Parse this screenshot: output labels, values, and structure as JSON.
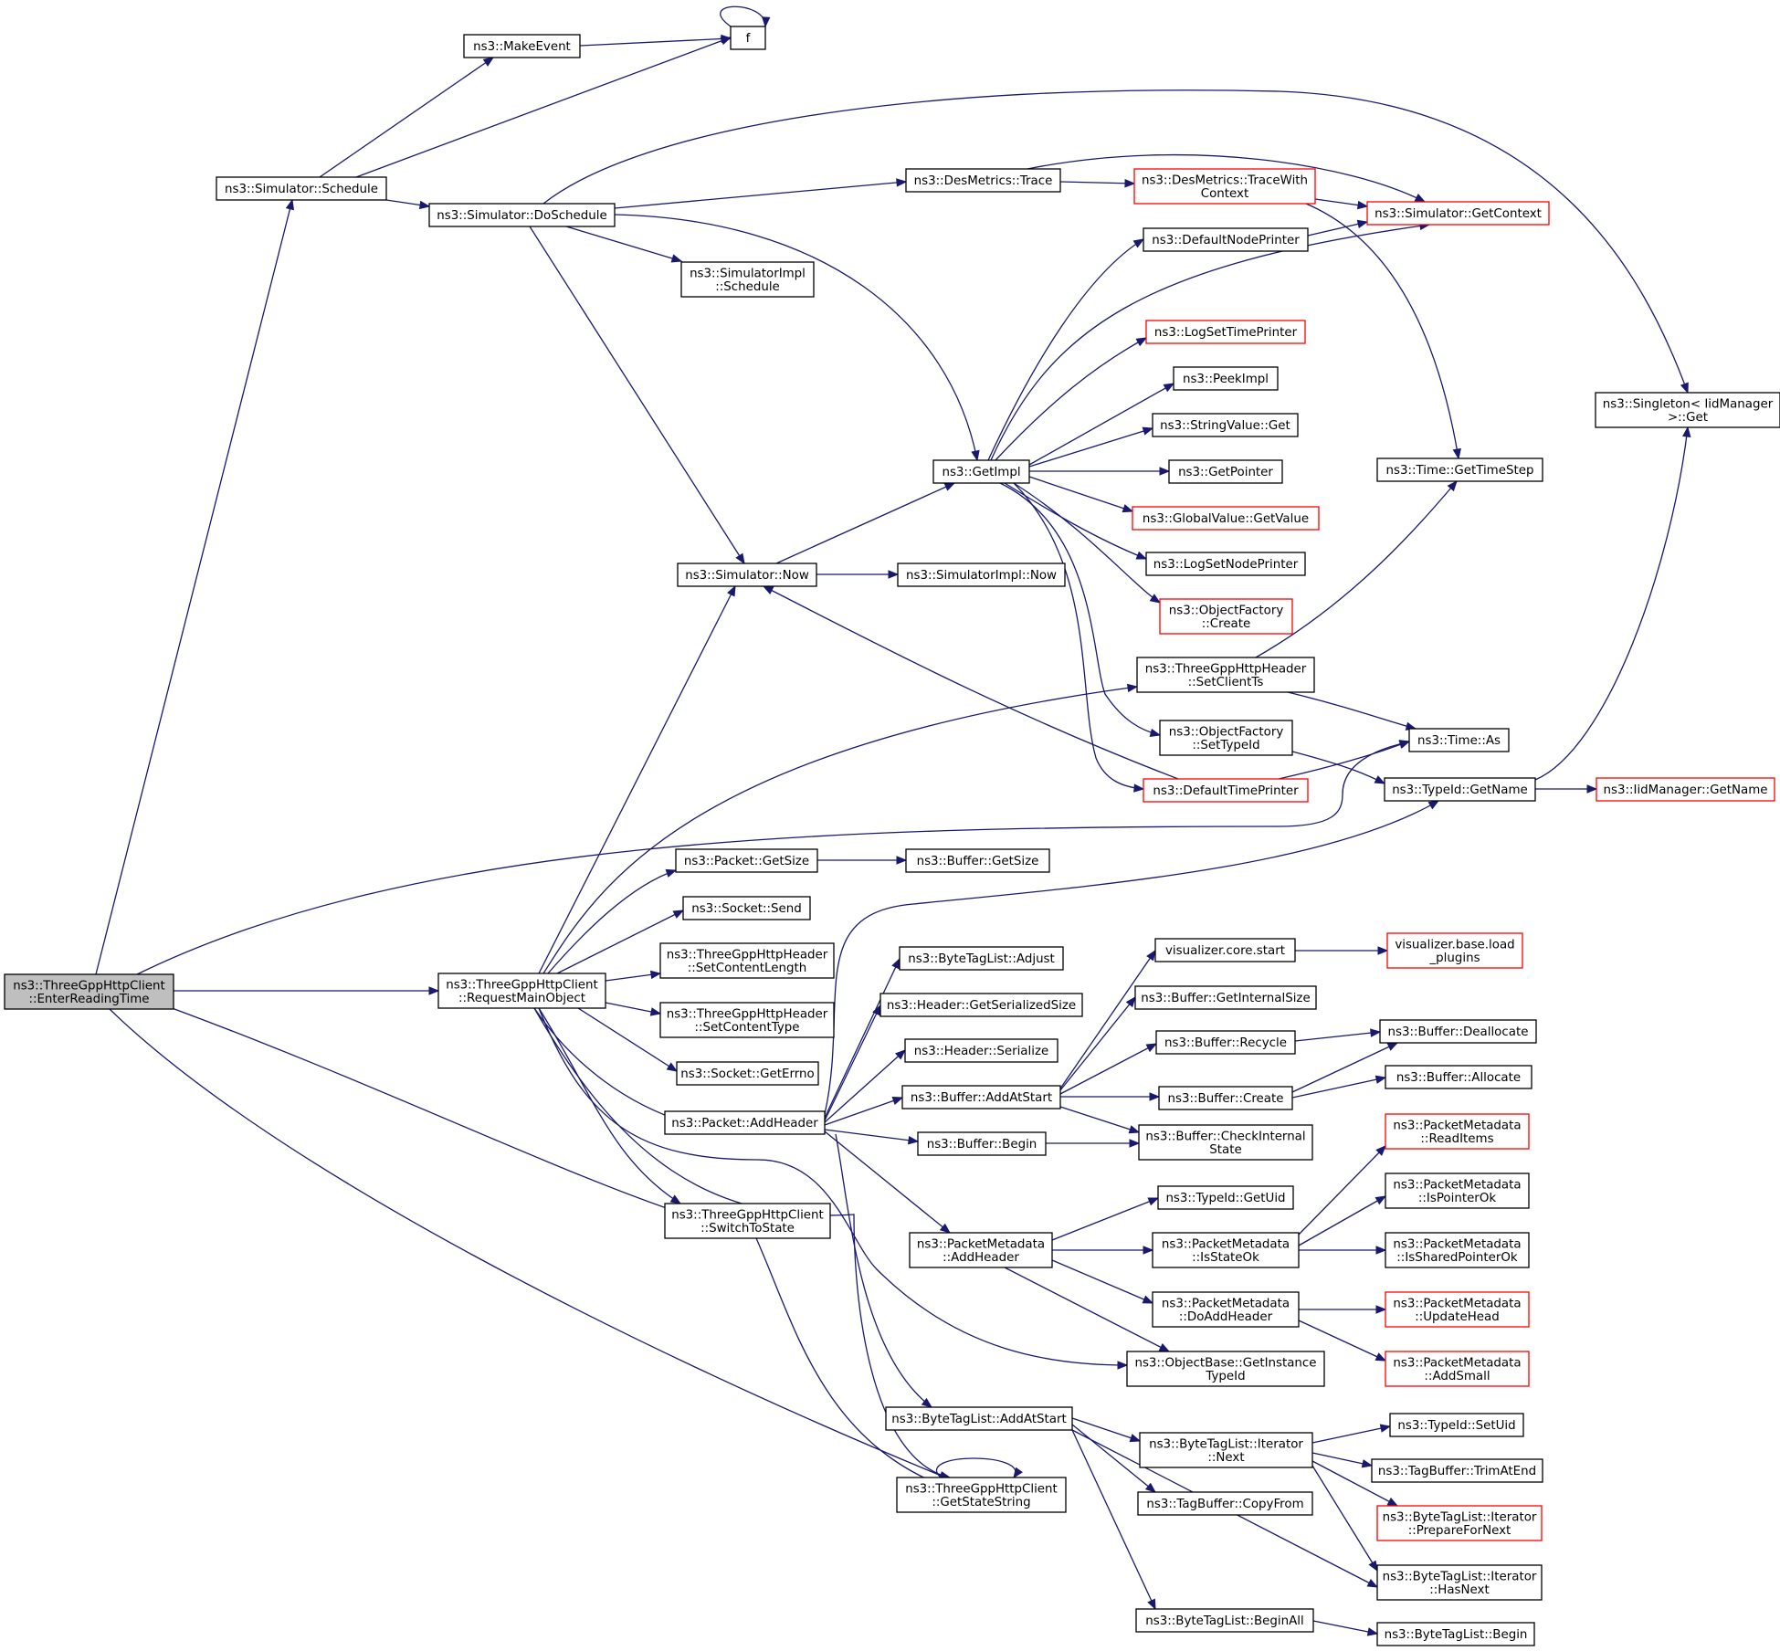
{
  "graph": {
    "colors": {
      "edge": "#191970",
      "node_border": "#000000",
      "truncated_border": "#ff0000",
      "root_fill": "#bfbfbf"
    },
    "nodes": [
      {
        "id": "root",
        "lines": [
          "ns3::ThreeGppHttpClient",
          "::EnterReadingTime"
        ],
        "style": "root"
      },
      {
        "id": "sched",
        "lines": [
          "ns3::Simulator::Schedule"
        ]
      },
      {
        "id": "makeevent",
        "lines": [
          "ns3::MakeEvent"
        ]
      },
      {
        "id": "f",
        "lines": [
          "f"
        ]
      },
      {
        "id": "dosched",
        "lines": [
          "ns3::Simulator::DoSchedule"
        ]
      },
      {
        "id": "trace",
        "lines": [
          "ns3::DesMetrics::Trace"
        ]
      },
      {
        "id": "tracewc",
        "lines": [
          "ns3::DesMetrics::TraceWith",
          "Context"
        ],
        "style": "red"
      },
      {
        "id": "getctx",
        "lines": [
          "ns3::Simulator::GetContext"
        ],
        "style": "red"
      },
      {
        "id": "simimplsched",
        "lines": [
          "ns3::SimulatorImpl",
          "::Schedule"
        ]
      },
      {
        "id": "defnodepr",
        "lines": [
          "ns3::DefaultNodePrinter"
        ]
      },
      {
        "id": "singleton",
        "lines": [
          "ns3::Singleton< IidManager",
          " >::Get"
        ]
      },
      {
        "id": "logsettime",
        "lines": [
          "ns3::LogSetTimePrinter"
        ],
        "style": "red"
      },
      {
        "id": "peekimpl",
        "lines": [
          "ns3::PeekImpl"
        ]
      },
      {
        "id": "strvalget",
        "lines": [
          "ns3::StringValue::Get"
        ]
      },
      {
        "id": "getimpl",
        "lines": [
          "ns3::GetImpl"
        ]
      },
      {
        "id": "getpointer",
        "lines": [
          "ns3::GetPointer"
        ]
      },
      {
        "id": "gettimestep",
        "lines": [
          "ns3::Time::GetTimeStep"
        ]
      },
      {
        "id": "globalval",
        "lines": [
          "ns3::GlobalValue::GetValue"
        ],
        "style": "red"
      },
      {
        "id": "logsetnode",
        "lines": [
          "ns3::LogSetNodePrinter"
        ]
      },
      {
        "id": "simnow",
        "lines": [
          "ns3::Simulator::Now"
        ]
      },
      {
        "id": "simimplnow",
        "lines": [
          "ns3::SimulatorImpl::Now"
        ]
      },
      {
        "id": "objfcreate",
        "lines": [
          "ns3::ObjectFactory",
          "::Create"
        ],
        "style": "red"
      },
      {
        "id": "setclientts",
        "lines": [
          "ns3::ThreeGppHttpHeader",
          "::SetClientTs"
        ]
      },
      {
        "id": "objfsettype",
        "lines": [
          "ns3::ObjectFactory",
          "::SetTypeId"
        ]
      },
      {
        "id": "timeas",
        "lines": [
          "ns3::Time::As"
        ]
      },
      {
        "id": "deftimepr",
        "lines": [
          "ns3::DefaultTimePrinter"
        ],
        "style": "red"
      },
      {
        "id": "typeidgetname",
        "lines": [
          "ns3::TypeId::GetName"
        ]
      },
      {
        "id": "iidgetname",
        "lines": [
          "ns3::IidManager::GetName"
        ],
        "style": "red"
      },
      {
        "id": "pktgetsize",
        "lines": [
          "ns3::Packet::GetSize"
        ]
      },
      {
        "id": "bufgetsize",
        "lines": [
          "ns3::Buffer::GetSize"
        ]
      },
      {
        "id": "socksend",
        "lines": [
          "ns3::Socket::Send"
        ]
      },
      {
        "id": "vizstart",
        "lines": [
          "visualizer.core.start"
        ]
      },
      {
        "id": "vizload",
        "lines": [
          "visualizer.base.load",
          "_plugins"
        ],
        "style": "red"
      },
      {
        "id": "setcontentlen",
        "lines": [
          "ns3::ThreeGppHttpHeader",
          "::SetContentLength"
        ]
      },
      {
        "id": "btladjust",
        "lines": [
          "ns3::ByteTagList::Adjust"
        ]
      },
      {
        "id": "reqmain",
        "lines": [
          "ns3::ThreeGppHttpClient",
          "::RequestMainObject"
        ]
      },
      {
        "id": "bufgetint",
        "lines": [
          "ns3::Buffer::GetInternalSize"
        ]
      },
      {
        "id": "hdrgetser",
        "lines": [
          "ns3::Header::GetSerializedSize"
        ]
      },
      {
        "id": "setcontenttype",
        "lines": [
          "ns3::ThreeGppHttpHeader",
          "::SetContentType"
        ]
      },
      {
        "id": "bufrecycle",
        "lines": [
          "ns3::Buffer::Recycle"
        ]
      },
      {
        "id": "bufdealloc",
        "lines": [
          "ns3::Buffer::Deallocate"
        ]
      },
      {
        "id": "hdrser",
        "lines": [
          "ns3::Header::Serialize"
        ]
      },
      {
        "id": "sockerrno",
        "lines": [
          "ns3::Socket::GetErrno"
        ]
      },
      {
        "id": "bufalloc",
        "lines": [
          "ns3::Buffer::Allocate"
        ]
      },
      {
        "id": "bufaddstart",
        "lines": [
          "ns3::Buffer::AddAtStart"
        ]
      },
      {
        "id": "bufcreate",
        "lines": [
          "ns3::Buffer::Create"
        ]
      },
      {
        "id": "pktaddhdr",
        "lines": [
          "ns3::Packet::AddHeader"
        ]
      },
      {
        "id": "pmreaditems",
        "lines": [
          "ns3::PacketMetadata",
          "::ReadItems"
        ],
        "style": "red"
      },
      {
        "id": "bufbegin",
        "lines": [
          "ns3::Buffer::Begin"
        ]
      },
      {
        "id": "bufcheck",
        "lines": [
          "ns3::Buffer::CheckInternal",
          "State"
        ]
      },
      {
        "id": "pmisptrok",
        "lines": [
          "ns3::PacketMetadata",
          "::IsPointerOk"
        ]
      },
      {
        "id": "typeidgetuid",
        "lines": [
          "ns3::TypeId::GetUid"
        ]
      },
      {
        "id": "switchstate",
        "lines": [
          "ns3::ThreeGppHttpClient",
          "::SwitchToState"
        ]
      },
      {
        "id": "pmaddhdr",
        "lines": [
          "ns3::PacketMetadata",
          "::AddHeader"
        ]
      },
      {
        "id": "pmisstate",
        "lines": [
          "ns3::PacketMetadata",
          "::IsStateOk"
        ]
      },
      {
        "id": "pmisshared",
        "lines": [
          "ns3::PacketMetadata",
          "::IsSharedPointerOk"
        ]
      },
      {
        "id": "pmdoaddhdr",
        "lines": [
          "ns3::PacketMetadata",
          "::DoAddHeader"
        ]
      },
      {
        "id": "pmupdatehead",
        "lines": [
          "ns3::PacketMetadata",
          "::UpdateHead"
        ],
        "style": "red"
      },
      {
        "id": "objbasegettid",
        "lines": [
          "ns3::ObjectBase::GetInstance",
          "TypeId"
        ]
      },
      {
        "id": "pmaddsmall",
        "lines": [
          "ns3::PacketMetadata",
          "::AddSmall"
        ],
        "style": "red"
      },
      {
        "id": "btladdstart",
        "lines": [
          "ns3::ByteTagList::AddAtStart"
        ]
      },
      {
        "id": "typeidsetuid",
        "lines": [
          "ns3::TypeId::SetUid"
        ]
      },
      {
        "id": "btlitnext",
        "lines": [
          "ns3::ByteTagList::Iterator",
          "::Next"
        ]
      },
      {
        "id": "tagtrim",
        "lines": [
          "ns3::TagBuffer::TrimAtEnd"
        ]
      },
      {
        "id": "getstatestr",
        "lines": [
          "ns3::ThreeGppHttpClient",
          "::GetStateString"
        ]
      },
      {
        "id": "tagcopy",
        "lines": [
          "ns3::TagBuffer::CopyFrom"
        ]
      },
      {
        "id": "btlitprep",
        "lines": [
          "ns3::ByteTagList::Iterator",
          "::PrepareForNext"
        ],
        "style": "red"
      },
      {
        "id": "btlithasnext",
        "lines": [
          "ns3::ByteTagList::Iterator",
          "::HasNext"
        ]
      },
      {
        "id": "btlbeginall",
        "lines": [
          "ns3::ByteTagList::BeginAll"
        ]
      },
      {
        "id": "btlbegin",
        "lines": [
          "ns3::ByteTagList::Begin"
        ]
      }
    ],
    "edges": [
      {
        "from": "root",
        "to": "sched"
      },
      {
        "from": "root",
        "to": "timeas"
      },
      {
        "from": "root",
        "to": "reqmain"
      },
      {
        "from": "root",
        "to": "switchstate"
      },
      {
        "from": "root",
        "to": "getstatestr"
      },
      {
        "from": "sched",
        "to": "makeevent"
      },
      {
        "from": "sched",
        "to": "f"
      },
      {
        "from": "sched",
        "to": "dosched"
      },
      {
        "from": "makeevent",
        "to": "f"
      },
      {
        "from": "f",
        "to": "f"
      },
      {
        "from": "dosched",
        "to": "singleton"
      },
      {
        "from": "dosched",
        "to": "trace"
      },
      {
        "from": "dosched",
        "to": "simimplsched"
      },
      {
        "from": "dosched",
        "to": "getimpl"
      },
      {
        "from": "dosched",
        "to": "simnow"
      },
      {
        "from": "trace",
        "to": "getctx"
      },
      {
        "from": "trace",
        "to": "tracewc"
      },
      {
        "from": "tracewc",
        "to": "getctx"
      },
      {
        "from": "tracewc",
        "to": "gettimestep"
      },
      {
        "from": "defnodepr",
        "to": "getctx"
      },
      {
        "from": "getimpl",
        "to": "defnodepr"
      },
      {
        "from": "getimpl",
        "to": "getctx"
      },
      {
        "from": "getimpl",
        "to": "logsettime"
      },
      {
        "from": "getimpl",
        "to": "peekimpl"
      },
      {
        "from": "getimpl",
        "to": "strvalget"
      },
      {
        "from": "getimpl",
        "to": "getpointer"
      },
      {
        "from": "getimpl",
        "to": "globalval"
      },
      {
        "from": "getimpl",
        "to": "logsetnode"
      },
      {
        "from": "getimpl",
        "to": "objfcreate"
      },
      {
        "from": "getimpl",
        "to": "objfsettype"
      },
      {
        "from": "getimpl",
        "to": "deftimepr"
      },
      {
        "from": "simnow",
        "to": "getimpl"
      },
      {
        "from": "simnow",
        "to": "simimplnow"
      },
      {
        "from": "setclientts",
        "to": "gettimestep"
      },
      {
        "from": "setclientts",
        "to": "timeas"
      },
      {
        "from": "objfsettype",
        "to": "typeidgetname"
      },
      {
        "from": "deftimepr",
        "to": "simnow"
      },
      {
        "from": "deftimepr",
        "to": "timeas"
      },
      {
        "from": "typeidgetname",
        "to": "singleton"
      },
      {
        "from": "typeidgetname",
        "to": "iidgetname"
      },
      {
        "from": "pktgetsize",
        "to": "bufgetsize"
      },
      {
        "from": "vizstart",
        "to": "vizload"
      },
      {
        "from": "reqmain",
        "to": "simnow"
      },
      {
        "from": "reqmain",
        "to": "setclientts"
      },
      {
        "from": "reqmain",
        "to": "pktgetsize"
      },
      {
        "from": "reqmain",
        "to": "socksend"
      },
      {
        "from": "reqmain",
        "to": "setcontentlen"
      },
      {
        "from": "reqmain",
        "to": "setcontenttype"
      },
      {
        "from": "reqmain",
        "to": "sockerrno"
      },
      {
        "from": "reqmain",
        "to": "pktaddhdr"
      },
      {
        "from": "reqmain",
        "to": "switchstate"
      },
      {
        "from": "reqmain",
        "to": "objbasegettid"
      },
      {
        "from": "reqmain",
        "to": "getstatestr"
      },
      {
        "from": "bufrecycle",
        "to": "bufdealloc"
      },
      {
        "from": "bufaddstart",
        "to": "vizstart"
      },
      {
        "from": "bufaddstart",
        "to": "bufgetint"
      },
      {
        "from": "bufaddstart",
        "to": "bufrecycle"
      },
      {
        "from": "bufaddstart",
        "to": "bufcreate"
      },
      {
        "from": "bufaddstart",
        "to": "bufcheck"
      },
      {
        "from": "bufcreate",
        "to": "bufdealloc"
      },
      {
        "from": "bufcreate",
        "to": "bufalloc"
      },
      {
        "from": "pktaddhdr",
        "to": "typeidgetname"
      },
      {
        "from": "pktaddhdr",
        "to": "btladjust"
      },
      {
        "from": "pktaddhdr",
        "to": "hdrgetser"
      },
      {
        "from": "pktaddhdr",
        "to": "hdrser"
      },
      {
        "from": "pktaddhdr",
        "to": "bufaddstart"
      },
      {
        "from": "pktaddhdr",
        "to": "bufbegin"
      },
      {
        "from": "pktaddhdr",
        "to": "pmaddhdr"
      },
      {
        "from": "pktaddhdr",
        "to": "btladdstart"
      },
      {
        "from": "bufbegin",
        "to": "bufcheck"
      },
      {
        "from": "switchstate",
        "to": "getstatestr"
      },
      {
        "from": "pmaddhdr",
        "to": "typeidgetuid"
      },
      {
        "from": "pmaddhdr",
        "to": "pmisstate"
      },
      {
        "from": "pmaddhdr",
        "to": "pmdoaddhdr"
      },
      {
        "from": "pmaddhdr",
        "to": "objbasegettid"
      },
      {
        "from": "pmisstate",
        "to": "pmreaditems"
      },
      {
        "from": "pmisstate",
        "to": "pmisptrok"
      },
      {
        "from": "pmisstate",
        "to": "pmisshared"
      },
      {
        "from": "pmdoaddhdr",
        "to": "pmupdatehead"
      },
      {
        "from": "pmdoaddhdr",
        "to": "pmaddsmall"
      },
      {
        "from": "btladdstart",
        "to": "btlitnext"
      },
      {
        "from": "btladdstart",
        "to": "tagcopy"
      },
      {
        "from": "btladdstart",
        "to": "btlithasnext"
      },
      {
        "from": "btladdstart",
        "to": "btlbeginall"
      },
      {
        "from": "btlitnext",
        "to": "typeidsetuid"
      },
      {
        "from": "btlitnext",
        "to": "tagtrim"
      },
      {
        "from": "btlitnext",
        "to": "btlitprep"
      },
      {
        "from": "btlitnext",
        "to": "btlithasnext"
      },
      {
        "from": "btlbeginall",
        "to": "btlbegin"
      },
      {
        "from": "getstatestr",
        "to": "getstatestr"
      }
    ]
  }
}
